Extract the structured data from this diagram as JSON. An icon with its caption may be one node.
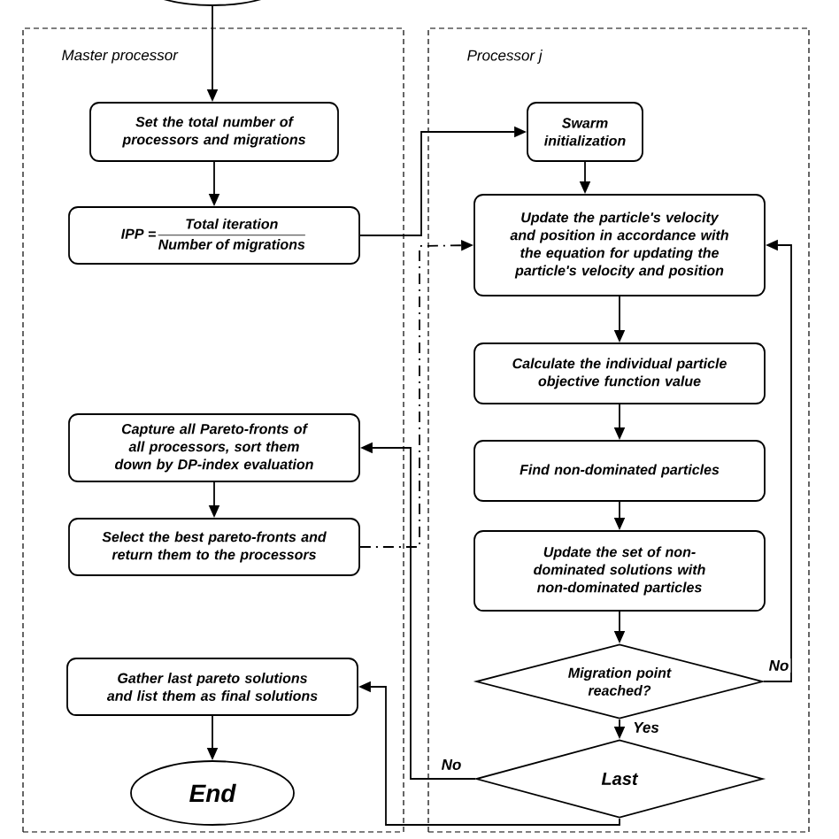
{
  "diagram": {
    "nodes": [
      {
        "text": [],
        "shape": "ellipse"
      },
      {
        "text": [
          "Master processor"
        ]
      },
      {
        "text": [
          "Set the total number of processors and migrations"
        ],
        "in": 1
      },
      {
        "text": [
          "\\textbf{\\textit{IPP =}} \\frac{\\textbf{\\textit{Total iteration}}}{\\textbf{\\textit{Number of migrations}}}"
        ],
        "in": 1
      },
      {
        "text": [
          "Capture all Pareto-fronts of all processors, sort them down by DP-index evaluation"
        ],
        "in": 1
      },
      {
        "text": [
          "Select the best pareto-fronts and return them to the processors"
        ],
        "in": 1
      },
      {
        "text": [
          "Gather last pareto solutions and list them as final solutions"
        ],
        "in": 1
      },
      {
        "text": [
          "End"
        ],
        "in": 1
      },
      {
        "text": [
          "Processor j"
        ]
      },
      {
        "text": [
          "Swarm initialization"
        ],
        "in": 8
      },
      {
        "text": [
          "Update the particle's velocity and position in accordance with the equation for updating the particle's velocity and position"
        ],
        "in": 8
      },
      {
        "text": [
          "Calculate the individual particle objective function value"
        ],
        "in": 8
      },
      {
        "text": [
          "Find non-dominated particles"
        ],
        "in": 8
      },
      {
        "text": [
          "Update the set of non-dominated solutions with non-dominated particles"
        ],
        "in": 8
      },
      {
        "text": [
          "Migration point reached?"
        ],
        "in": 8
      },
      {
        "text": [
          "Last"
        ],
        "in": 8
      }
    ],
    "edges": [
      {
        "from": 0,
        "to": 2,
        "arrow": "to"
      },
      {
        "from": 2,
        "to": 3,
        "arrow": "to"
      },
      {
        "from": 3,
        "to": 9,
        "arrow": "to"
      },
      {
        "from": 9,
        "to": 10,
        "arrow": "to"
      },
      {
        "from": 10,
        "to": 11,
        "arrow": "to"
      },
      {
        "from": 11,
        "to": 12,
        "arrow": "to"
      },
      {
        "from": 12,
        "to": 13,
        "arrow": "to"
      },
      {
        "from": 13,
        "to": 14,
        "arrow": "to"
      },
      {
        "from": 14,
        "to": 10,
        "arrow": "to",
        "label": "No"
      },
      {
        "from": 14,
        "to": 15,
        "arrow": "to",
        "label": "Yes"
      },
      {
        "from": 15,
        "to": 4,
        "arrow": "to",
        "label": "No"
      },
      {
        "from": 15,
        "to": 6,
        "arrow": "to"
      },
      {
        "from": 5,
        "to": 10,
        "arrow": "to",
        "style": "dashed"
      },
      {
        "from": 6,
        "to": 7,
        "arrow": "to"
      },
      {
        "from": 4,
        "to": 5,
        "arrow": "to"
      }
    ]
  }
}
